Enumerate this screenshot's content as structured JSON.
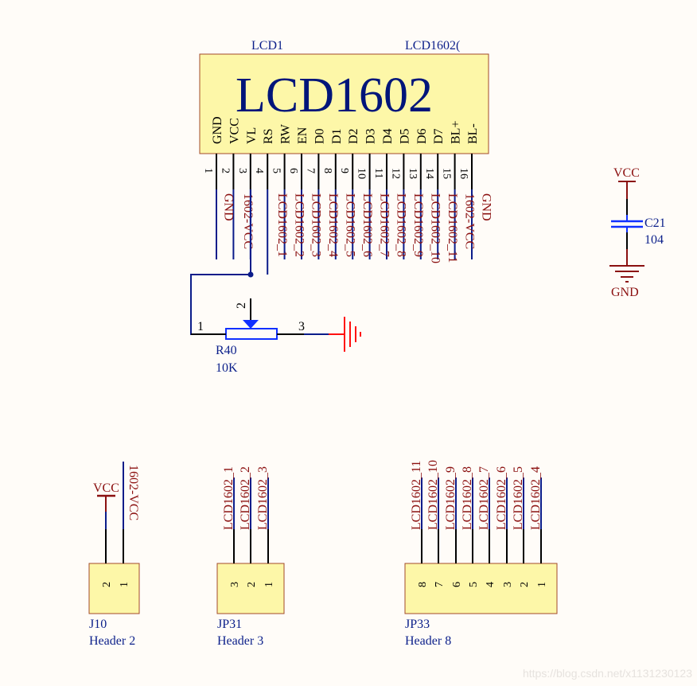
{
  "colors": {
    "component_fill": "#fdf7a8",
    "component_border": "#a24a2a",
    "wire": "#0b1c8a",
    "pin": "#000000",
    "netlabel": "#8b1010",
    "designator": "#0b1f8a",
    "ground_red": "#ff1010",
    "power_port": "#8b1010",
    "cap_blue": "#1030ff"
  },
  "lcd": {
    "designator": "LCD1",
    "comment": "LCD1602(",
    "title": "LCD1602",
    "pins": [
      {
        "num": "1",
        "name": "GND",
        "net": ""
      },
      {
        "num": "2",
        "name": "VCC",
        "net": "GND"
      },
      {
        "num": "3",
        "name": "VL",
        "net": "1602-VCC"
      },
      {
        "num": "4",
        "name": "RS",
        "net": ""
      },
      {
        "num": "5",
        "name": "RW",
        "net": "LCD1602_1"
      },
      {
        "num": "6",
        "name": "EN",
        "net": "LCD1602_2"
      },
      {
        "num": "7",
        "name": "D0",
        "net": "LCD1602_3"
      },
      {
        "num": "8",
        "name": "D1",
        "net": "LCD1602_4"
      },
      {
        "num": "9",
        "name": "D2",
        "net": "LCD1602_5"
      },
      {
        "num": "10",
        "name": "D3",
        "net": "LCD1602_6"
      },
      {
        "num": "11",
        "name": "D4",
        "net": "LCD1602_7"
      },
      {
        "num": "12",
        "name": "D5",
        "net": "LCD1602_8"
      },
      {
        "num": "13",
        "name": "D6",
        "net": "LCD1602_9"
      },
      {
        "num": "14",
        "name": "D7",
        "net": "LCD1602_10"
      },
      {
        "num": "15",
        "name": "BL+",
        "net": "LCD1602_11"
      },
      {
        "num": "16",
        "name": "BL-",
        "net": "1602-VCC"
      }
    ],
    "extra_net": "GND"
  },
  "pot": {
    "designator": "R40",
    "value": "10K",
    "pin1": "1",
    "pin2": "2",
    "pin3": "3"
  },
  "cap": {
    "designator": "C21",
    "value": "104",
    "top_port": "VCC",
    "bottom_port": "GND"
  },
  "j10": {
    "designator": "J10",
    "comment": "Header 2",
    "pins": [
      "2",
      "1"
    ],
    "nets": [
      "VCC",
      "1602-VCC"
    ]
  },
  "jp31": {
    "designator": "JP31",
    "comment": "Header 3",
    "pins": [
      "3",
      "2",
      "1"
    ],
    "nets": [
      "LCD1602_1",
      "LCD1602_2",
      "LCD1602_3"
    ]
  },
  "jp33": {
    "designator": "JP33",
    "comment": "Header 8",
    "pins": [
      "8",
      "7",
      "6",
      "5",
      "4",
      "3",
      "2",
      "1"
    ],
    "nets": [
      "LCD1602_11",
      "LCD1602_10",
      "LCD1602_9",
      "LCD1602_8",
      "LCD1602_7",
      "LCD1602_6",
      "LCD1602_5",
      "LCD1602_4"
    ]
  },
  "watermark": "https://blog.csdn.net/x1131230123"
}
